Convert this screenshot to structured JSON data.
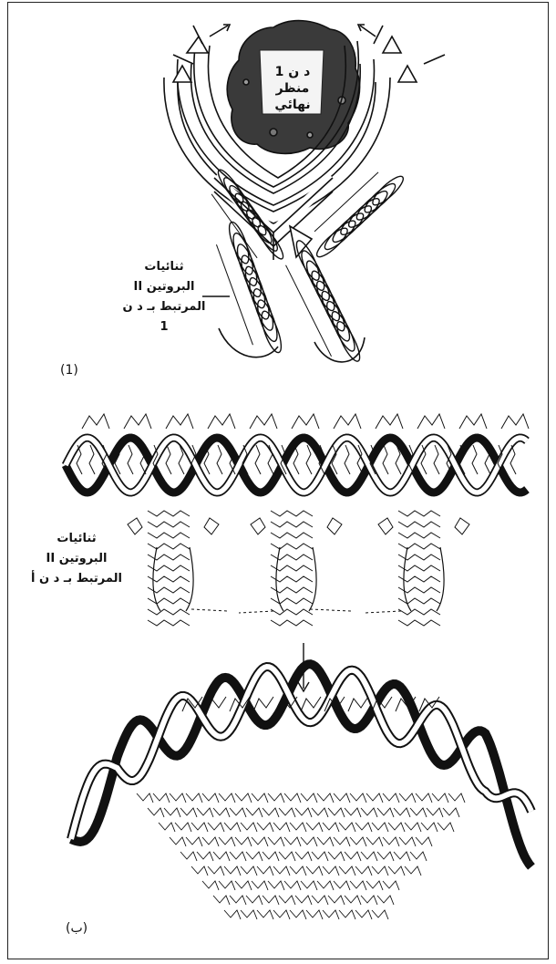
{
  "panel_a": {
    "dna_label_line1": "د ن 1",
    "dna_label_line2": "منظر نهائي",
    "dimer_label_line1": "ثنائيات",
    "dimer_label_line2": "البروتين II",
    "dimer_label_line3": "المرتبط بـ د ن 1",
    "letter": "(1)"
  },
  "panel_b": {
    "dimer_label_line1": "ثنائيات",
    "dimer_label_line2": "البروتين II",
    "dimer_label_line3": "المرتبط بـ د ن أ",
    "letter": "(ب)"
  },
  "colors": {
    "ink": "#111111",
    "paper": "#ffffff"
  }
}
